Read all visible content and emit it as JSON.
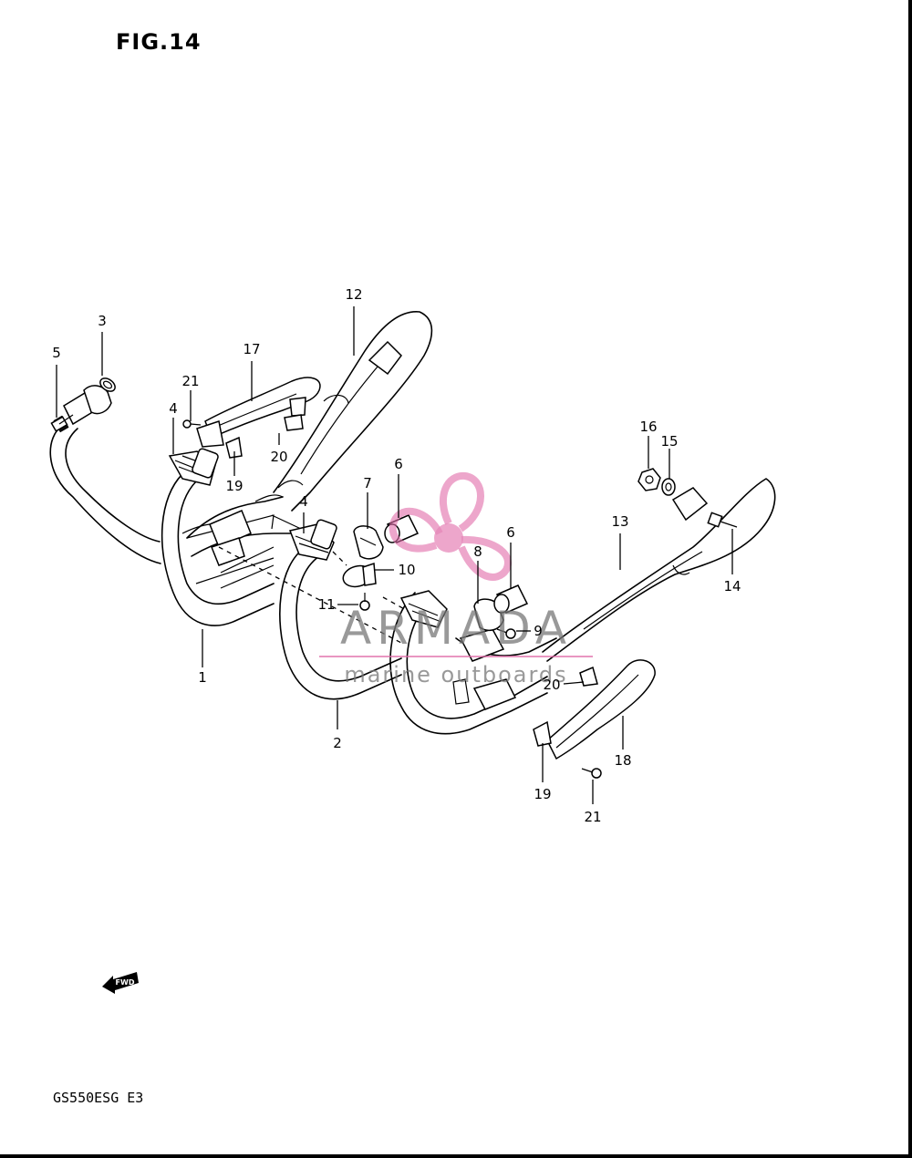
{
  "figure": {
    "title": "FIG.14",
    "model": "GS550ESG E3"
  },
  "watermark": {
    "brand": "ARMADA",
    "tagline": "marine outboards",
    "accent": "#e06ba8"
  },
  "fwd_badge": "FWD",
  "callouts": [
    {
      "id": "c1",
      "number": "1"
    },
    {
      "id": "c2",
      "number": "2"
    },
    {
      "id": "c3",
      "number": "3"
    },
    {
      "id": "c4a",
      "number": "4"
    },
    {
      "id": "c4b",
      "number": "4"
    },
    {
      "id": "c5",
      "number": "5"
    },
    {
      "id": "c6a",
      "number": "6"
    },
    {
      "id": "c6b",
      "number": "6"
    },
    {
      "id": "c7",
      "number": "7"
    },
    {
      "id": "c8",
      "number": "8"
    },
    {
      "id": "c9",
      "number": "9"
    },
    {
      "id": "c10",
      "number": "10"
    },
    {
      "id": "c11",
      "number": "11"
    },
    {
      "id": "c12",
      "number": "12"
    },
    {
      "id": "c13",
      "number": "13"
    },
    {
      "id": "c14",
      "number": "14"
    },
    {
      "id": "c15",
      "number": "15"
    },
    {
      "id": "c16",
      "number": "16"
    },
    {
      "id": "c17",
      "number": "17"
    },
    {
      "id": "c18",
      "number": "18"
    },
    {
      "id": "c19a",
      "number": "19"
    },
    {
      "id": "c19b",
      "number": "19"
    },
    {
      "id": "c20a",
      "number": "20"
    },
    {
      "id": "c20b",
      "number": "20"
    },
    {
      "id": "c21a",
      "number": "21"
    },
    {
      "id": "c21b",
      "number": "21"
    }
  ]
}
